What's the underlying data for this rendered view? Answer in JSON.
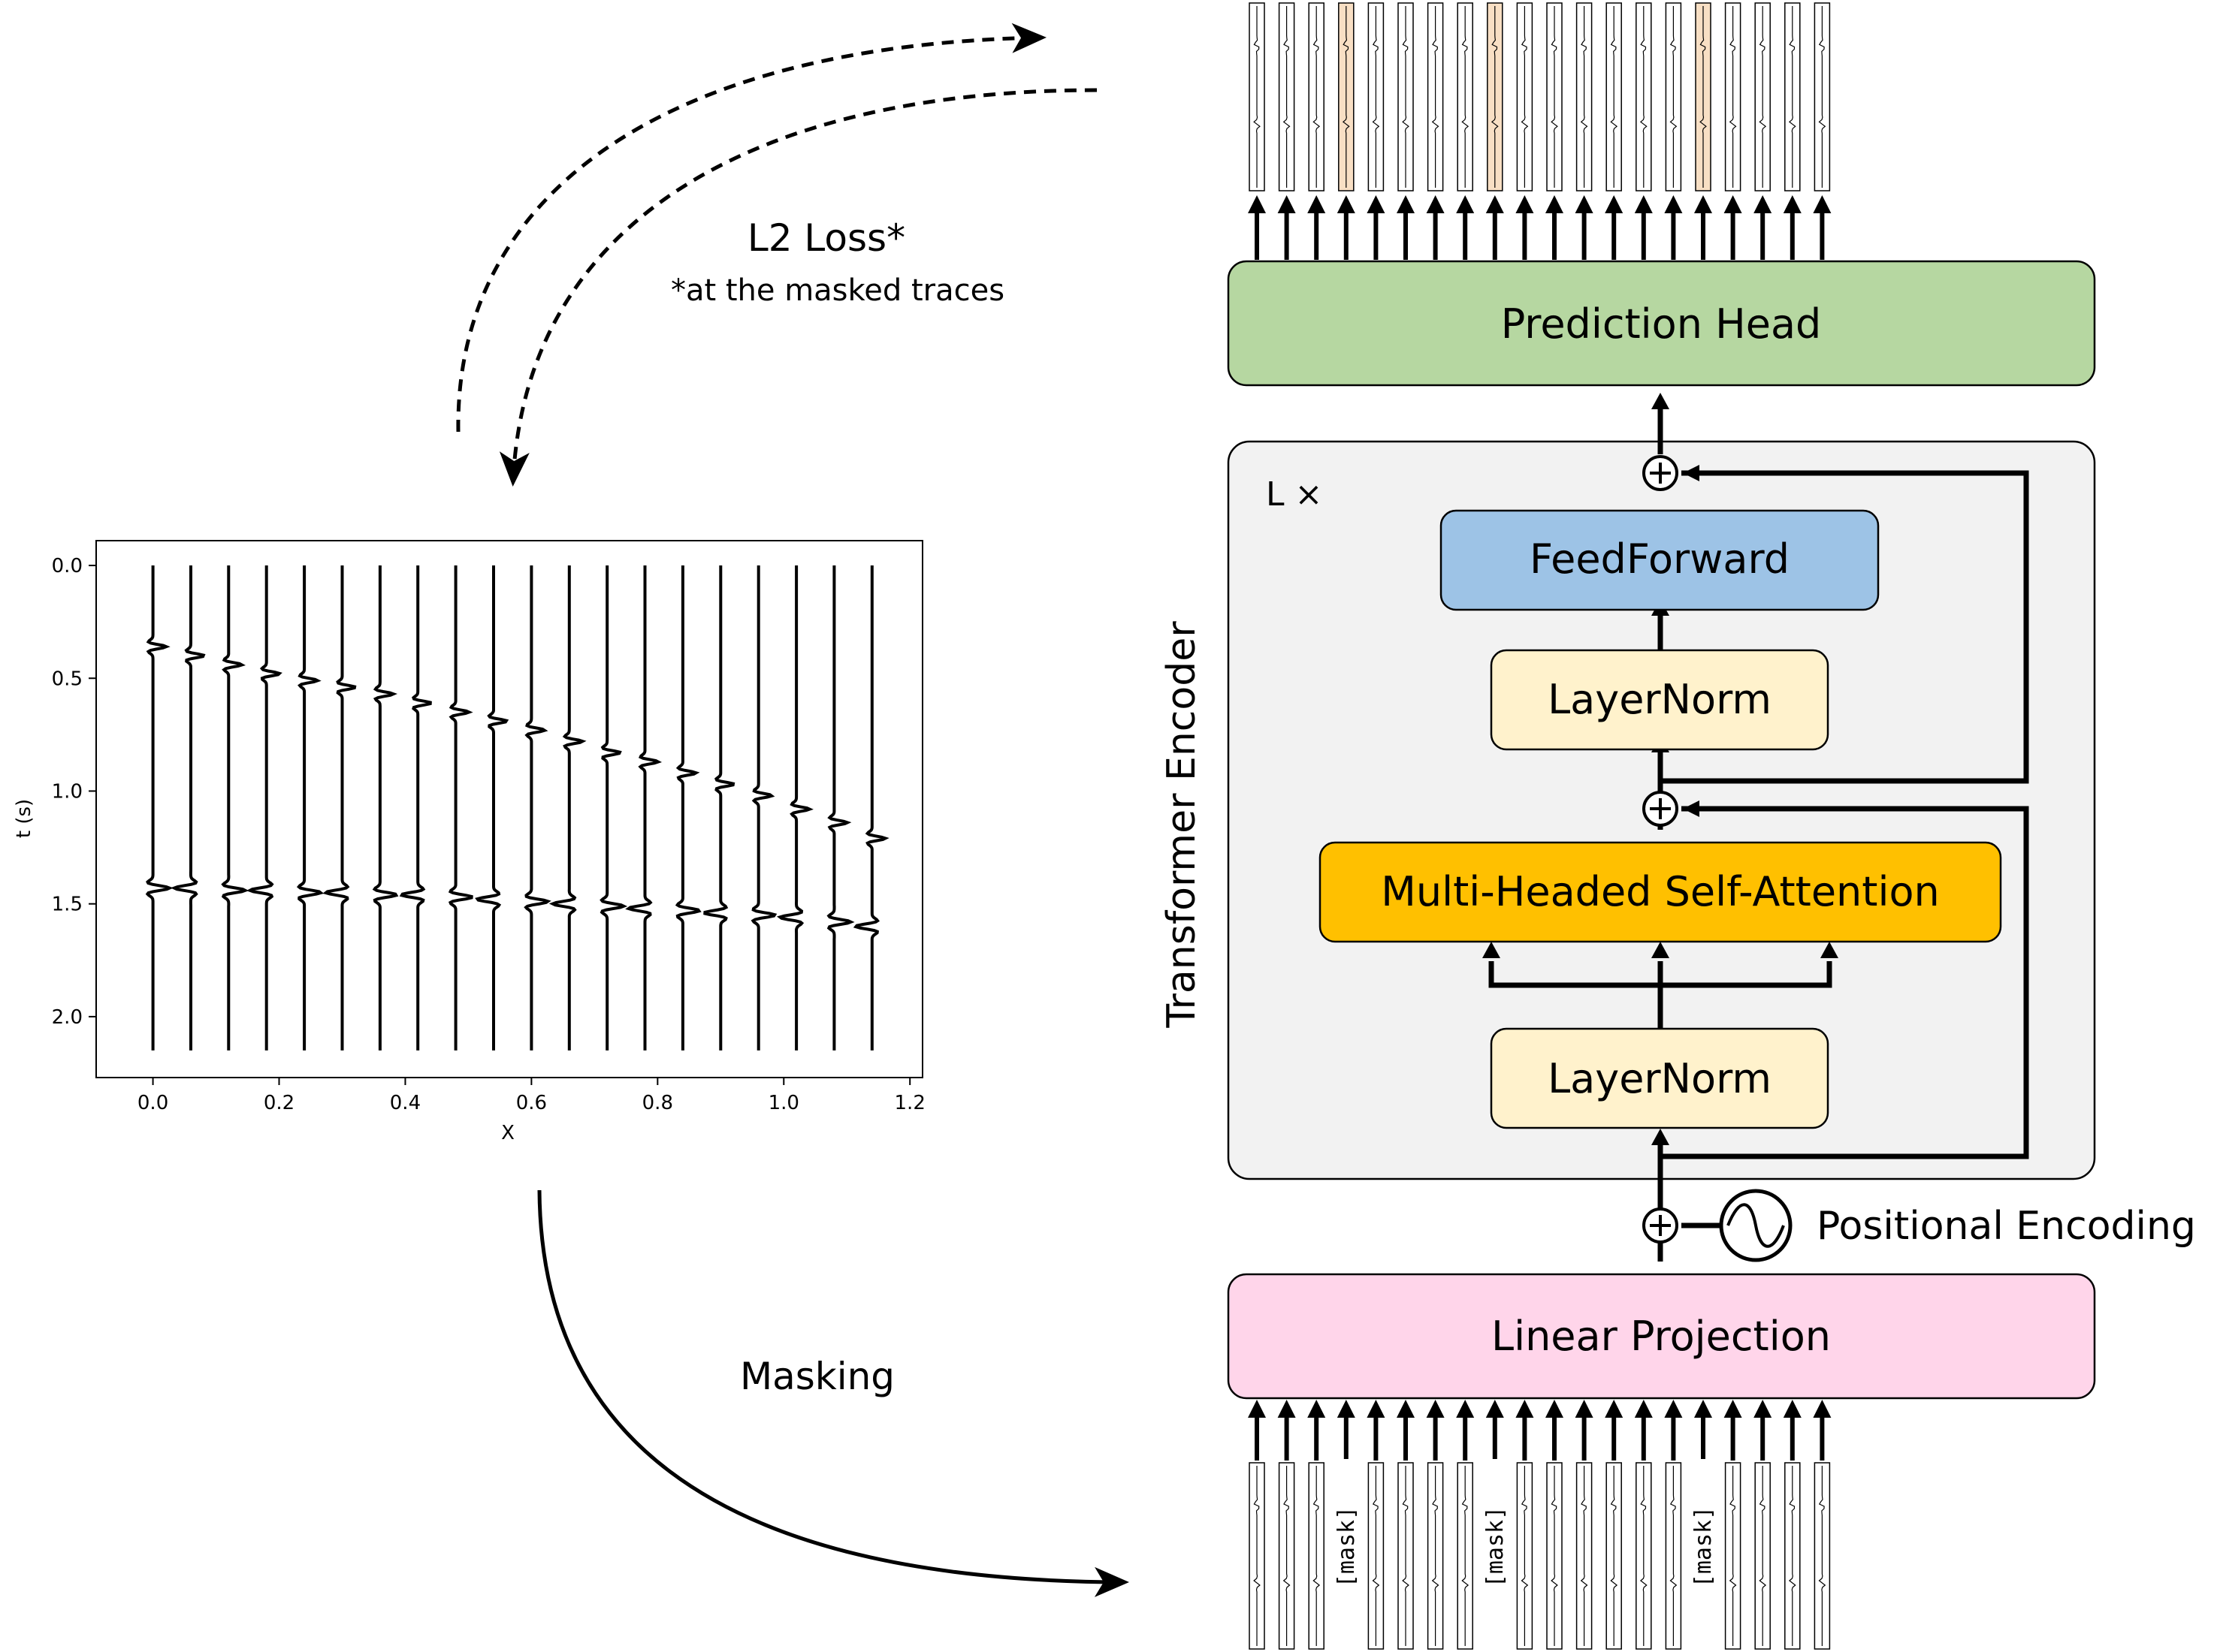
{
  "diagram": {
    "loss": {
      "title": "L2 Loss*",
      "note": "*at the masked traces"
    },
    "masking_label": "Masking",
    "encoder_label": "Transformer Encoder",
    "repeat_label": "L ×",
    "positional_encoding_label": "Positional Encoding",
    "mask_token": "[mask]",
    "blocks": {
      "prediction_head": "Prediction Head",
      "feedforward": "FeedForward",
      "layernorm_top": "LayerNorm",
      "attention": "Multi-Headed Self-Attention",
      "layernorm_bottom": "LayerNorm",
      "linear_projection": "Linear Projection"
    },
    "colors": {
      "prediction_head": "#b6d7a1",
      "feedforward": "#9dc3e6",
      "layernorm": "#fff2cc",
      "attention": "#ffc000",
      "linear_projection": "#ffd5ea",
      "encoder_bg": "#f2f2f2",
      "masked_trace": "#f8dfc4"
    },
    "trace_count": 20,
    "masked_trace_indices": [
      3,
      8,
      15
    ]
  },
  "chart_data": {
    "type": "line",
    "title": "",
    "xlabel": "X",
    "ylabel": "t (s)",
    "xlim": [
      -0.09,
      1.22
    ],
    "ylim": [
      2.27,
      -0.11
    ],
    "x_ticks": [
      "0.0",
      "0.2",
      "0.4",
      "0.6",
      "0.8",
      "1.0",
      "1.2"
    ],
    "y_ticks": [
      "0.0",
      "0.5",
      "1.0",
      "1.5",
      "2.0"
    ],
    "trace_offsets": [
      0.0,
      0.06,
      0.12,
      0.18,
      0.24,
      0.3,
      0.36,
      0.42,
      0.48,
      0.54,
      0.6,
      0.66,
      0.72,
      0.78,
      0.84,
      0.9,
      0.96,
      1.02,
      1.08,
      1.14
    ],
    "t_range": [
      0.0,
      2.15
    ],
    "event1_arrival_times": [
      0.36,
      0.4,
      0.44,
      0.48,
      0.51,
      0.54,
      0.57,
      0.61,
      0.65,
      0.69,
      0.73,
      0.78,
      0.83,
      0.87,
      0.92,
      0.97,
      1.02,
      1.08,
      1.14,
      1.21
    ],
    "event2_arrival_times": [
      1.43,
      1.43,
      1.44,
      1.44,
      1.45,
      1.45,
      1.46,
      1.46,
      1.47,
      1.48,
      1.49,
      1.5,
      1.51,
      1.52,
      1.53,
      1.54,
      1.55,
      1.56,
      1.58,
      1.6
    ]
  }
}
